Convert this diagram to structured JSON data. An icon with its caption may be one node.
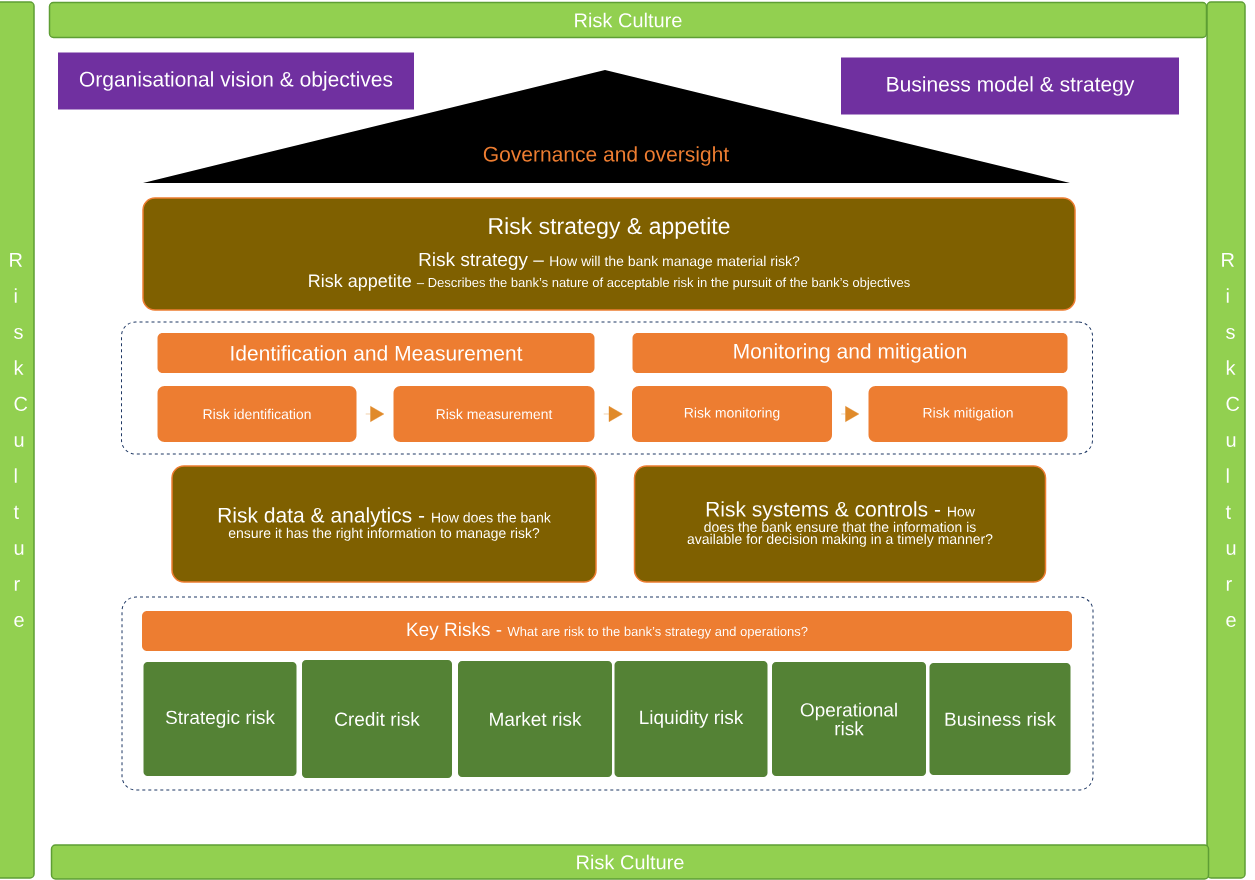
{
  "diagram": {
    "nodes": [
      {
        "text": [
          "Risk Culture"
        ]
      },
      {
        "text": [
          "Risk Culture"
        ]
      },
      {
        "text": [
          "Risk Culture"
        ]
      },
      {
        "text": [
          "Risk Culture"
        ]
      },
      {
        "text": [
          "Organisational vision & objectives"
        ]
      },
      {
        "text": [
          "Business model & strategy"
        ]
      },
      {
        "text": [
          "Governance and oversight"
        ]
      },
      {
        "text": [
          "Risk strategy & appetite",
          "Risk strategy –",
          "How will the bank manage material risk?",
          "Risk appetite",
          "– Describes the bank’s nature of acceptable risk in the pursuit of the bank’s objectives"
        ]
      },
      {
        "text": [],
        "shape": "box"
      },
      {
        "text": [
          "Identification and Measurement"
        ],
        "in": 8
      },
      {
        "text": [
          "Monitoring and mitigation"
        ],
        "in": 8
      },
      {
        "text": [
          "Risk identification"
        ],
        "in": 8
      },
      {
        "text": [
          "Risk measurement"
        ],
        "in": 8
      },
      {
        "text": [
          "Risk monitoring"
        ],
        "in": 8
      },
      {
        "text": [
          "Risk mitigation"
        ],
        "in": 8
      },
      {
        "text": [
          "Risk data & analytics -",
          "How does the bank ensure it has the right information to manage risk?"
        ]
      },
      {
        "text": [
          "Risk systems & controls -",
          "How does the bank ensure that the information is available for decision making in a timely manner?"
        ]
      },
      {
        "text": [],
        "shape": "box"
      },
      {
        "text": [
          "Key Risks -",
          "What are risk to the bank’s strategy and operations?"
        ],
        "in": 17
      },
      {
        "text": [
          "Strategic risk"
        ],
        "in": 17
      },
      {
        "text": [
          "Credit risk"
        ],
        "in": 17
      },
      {
        "text": [
          "Market risk"
        ],
        "in": 17
      },
      {
        "text": [
          "Liquidity risk"
        ],
        "in": 17
      },
      {
        "text": [
          "Operational risk"
        ],
        "in": 17
      },
      {
        "text": [
          "Business risk"
        ],
        "in": 17
      }
    ],
    "edges": [
      {
        "from": 11,
        "to": 12,
        "arrow": "to"
      },
      {
        "from": 12,
        "to": 13,
        "arrow": "to"
      },
      {
        "from": 13,
        "to": 14,
        "arrow": "to"
      }
    ]
  }
}
